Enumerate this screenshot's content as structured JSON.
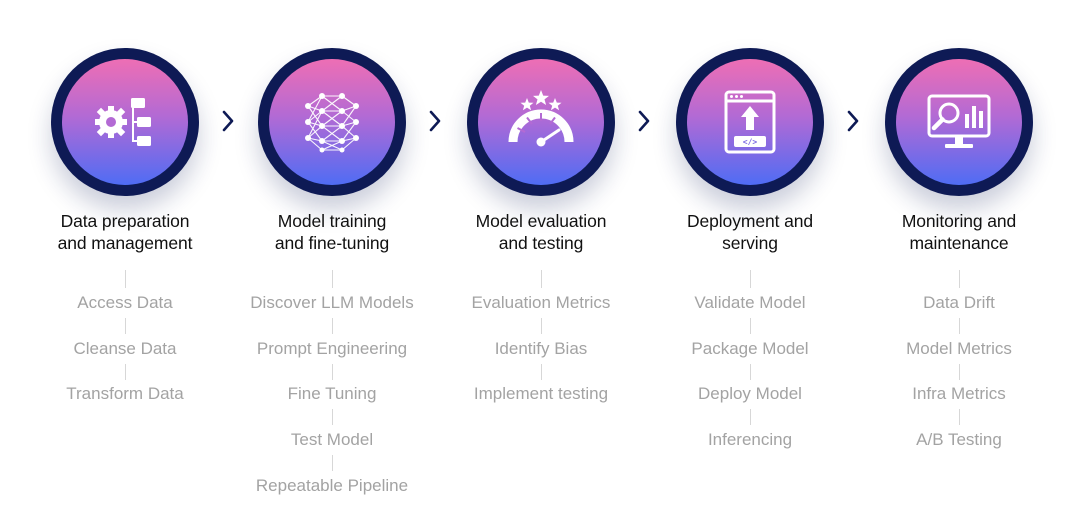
{
  "stages": [
    {
      "icon": "gear-flowchart-icon",
      "title_line1": "Data preparation",
      "title_line2": "and management",
      "items": [
        "Access Data",
        "Cleanse Data",
        "Transform Data"
      ]
    },
    {
      "icon": "neural-network-icon",
      "title_line1": "Model training",
      "title_line2": "and fine-tuning",
      "items": [
        "Discover LLM Models",
        "Prompt Engineering",
        "Fine Tuning",
        "Test Model",
        "Repeatable Pipeline"
      ]
    },
    {
      "icon": "gauge-stars-icon",
      "title_line1": "Model evaluation",
      "title_line2": "and testing",
      "items": [
        "Evaluation Metrics",
        "Identify Bias",
        "Implement testing"
      ]
    },
    {
      "icon": "deploy-window-icon",
      "title_line1": "Deployment and",
      "title_line2": "serving",
      "items": [
        "Validate Model",
        "Package Model",
        "Deploy Model",
        "Inferencing"
      ]
    },
    {
      "icon": "monitor-analytics-icon",
      "title_line1": "Monitoring and",
      "title_line2": "maintenance",
      "items": [
        "Data Drift",
        "Model Metrics",
        "Infra Metrics",
        "A/B Testing"
      ]
    }
  ],
  "arrow_icon": "chevron-right-icon",
  "colors": {
    "ring": "#0e1a55",
    "gradient_top": "#ee6eb4",
    "gradient_bottom": "#4f6cf4",
    "title_text": "#111111",
    "item_text": "#a3a3a3",
    "connector": "#d7d7d7"
  }
}
